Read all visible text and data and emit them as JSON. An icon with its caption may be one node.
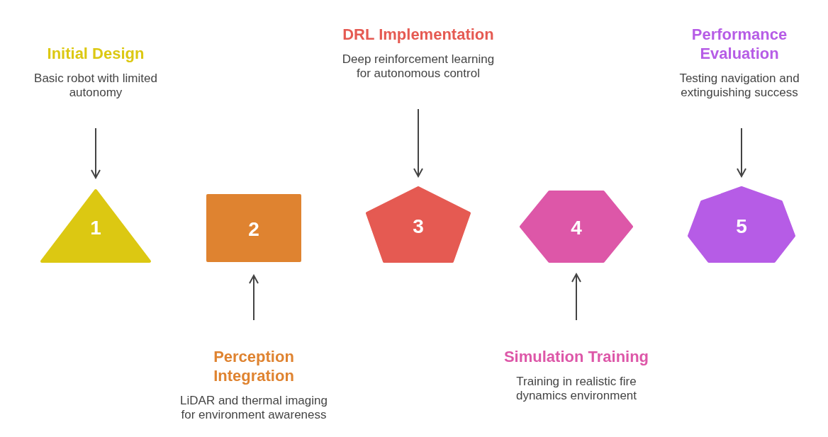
{
  "diagram": {
    "nodes": [
      {
        "text": [
          "Initial Design",
          "Basic robot with limited autonomy"
        ]
      },
      {
        "text": [
          "1"
        ]
      },
      {
        "text": [
          "Perception Integration",
          "LiDAR and thermal imaging for environment awareness"
        ]
      },
      {
        "text": [
          "2"
        ]
      },
      {
        "text": [
          "DRL Implementation",
          "Deep reinforcement learning for autonomous control"
        ]
      },
      {
        "text": [
          "3"
        ]
      },
      {
        "text": [
          "Simulation Training",
          "Training in realistic fire dynamics environment"
        ]
      },
      {
        "text": [
          "4"
        ]
      },
      {
        "text": [
          "Performance Evaluation",
          "Testing navigation and extinguishing success"
        ]
      },
      {
        "text": [
          "5"
        ]
      }
    ],
    "edges": [
      {
        "from": 0,
        "to": 1,
        "arrow": "to"
      },
      {
        "from": 2,
        "to": 3,
        "arrow": "to"
      },
      {
        "from": 4,
        "to": 5,
        "arrow": "to"
      },
      {
        "from": 6,
        "to": 7,
        "arrow": "to"
      },
      {
        "from": 8,
        "to": 9,
        "arrow": "to"
      }
    ]
  }
}
